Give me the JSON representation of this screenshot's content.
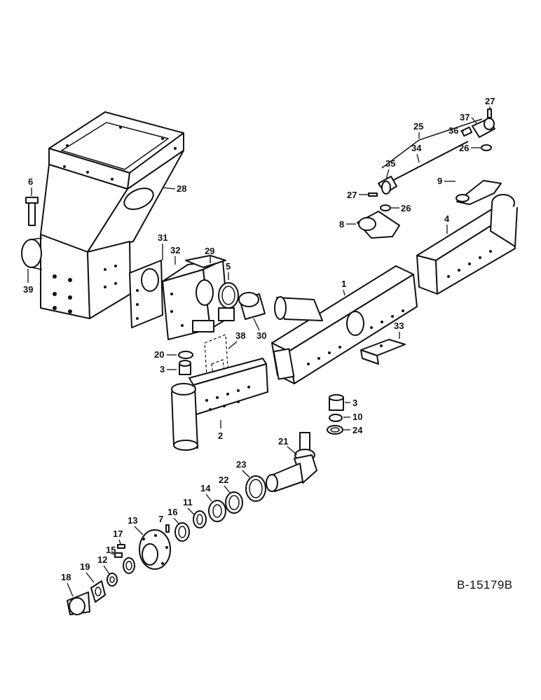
{
  "drawing_code": "B-15179B",
  "callouts": {
    "c1": "1",
    "c2": "2",
    "c3a": "3",
    "c3b": "3",
    "c4": "4",
    "c5": "5",
    "c6": "6",
    "c7": "7",
    "c8": "8",
    "c9": "9",
    "c10": "10",
    "c11": "11",
    "c12": "12",
    "c13": "13",
    "c14": "14",
    "c15": "15",
    "c16": "16",
    "c17": "17",
    "c18": "18",
    "c19": "19",
    "c20": "20",
    "c21": "21",
    "c22": "22",
    "c23": "23",
    "c24": "24",
    "c25": "25",
    "c26a": "26",
    "c26b": "26",
    "c27a": "27",
    "c27b": "27",
    "c28": "28",
    "c29": "29",
    "c30": "30",
    "c31": "31",
    "c32": "32",
    "c33": "33",
    "c34": "34",
    "c35": "35",
    "c36": "36",
    "c37": "37",
    "c38": "38",
    "c39": "39"
  }
}
